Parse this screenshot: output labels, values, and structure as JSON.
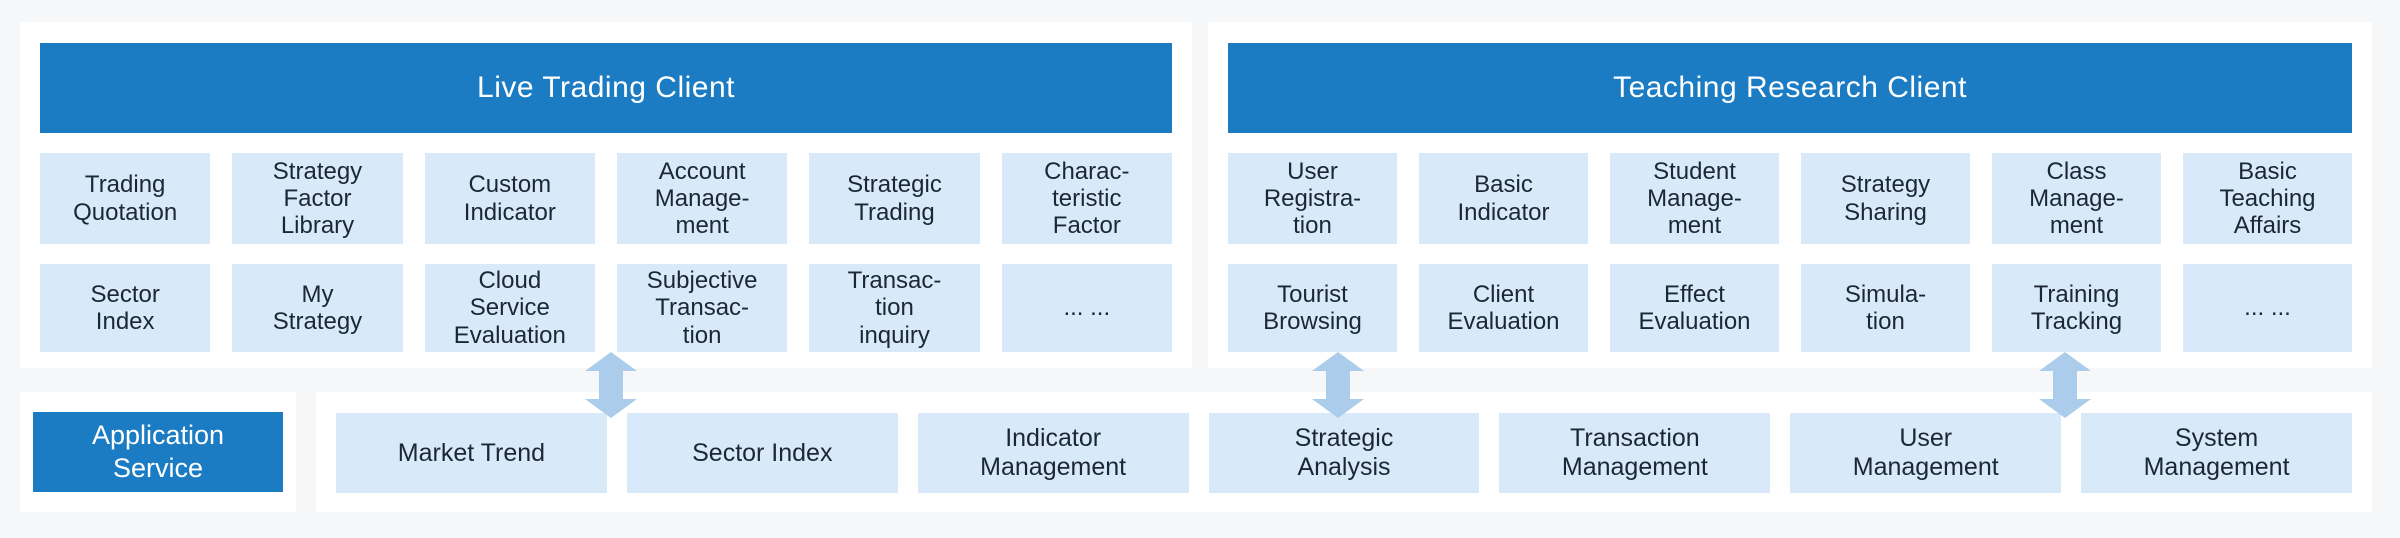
{
  "colors": {
    "primary_blue": "#1b7cc4",
    "cell_blue": "#d8eafa",
    "arrow_blue": "#abccea",
    "text_dark": "#1c2733",
    "page_bg": "#f6f7f8"
  },
  "left_panel": {
    "title": "Live Trading Client",
    "rows": [
      [
        "Trading\nQuotation",
        "Strategy\nFactor\nLibrary",
        "Custom\nIndicator",
        "Account\nManage-\nment",
        "Strategic\nTrading",
        "Charac-\nteristic\nFactor"
      ],
      [
        "Sector\nIndex",
        "My\nStrategy",
        "Cloud\nService\nEvaluation",
        "Subjective\nTransac-\ntion",
        "Transac-\ntion\ninquiry",
        "... ..."
      ]
    ]
  },
  "right_panel": {
    "title": "Teaching Research Client",
    "rows": [
      [
        "User\nRegistra-\ntion",
        "Basic\nIndicator",
        "Student\nManage-\nment",
        "Strategy\nSharing",
        "Class\nManage-\nment",
        "Basic\nTeaching\nAffairs"
      ],
      [
        "Tourist\nBrowsing",
        "Client\nEvaluation",
        "Effect\nEvaluation",
        "Simula-\ntion",
        "Training\nTracking",
        "... ..."
      ]
    ]
  },
  "application_service": {
    "label": "Application\nService"
  },
  "service_row": [
    "Market Trend",
    "Sector Index",
    "Indicator\nManagement",
    "Strategic\nAnalysis",
    "Transaction\nManagement",
    "User\nManagement",
    "System\nManagement"
  ],
  "connectors": {
    "icon": "double-vertical-arrow",
    "count": 3
  }
}
